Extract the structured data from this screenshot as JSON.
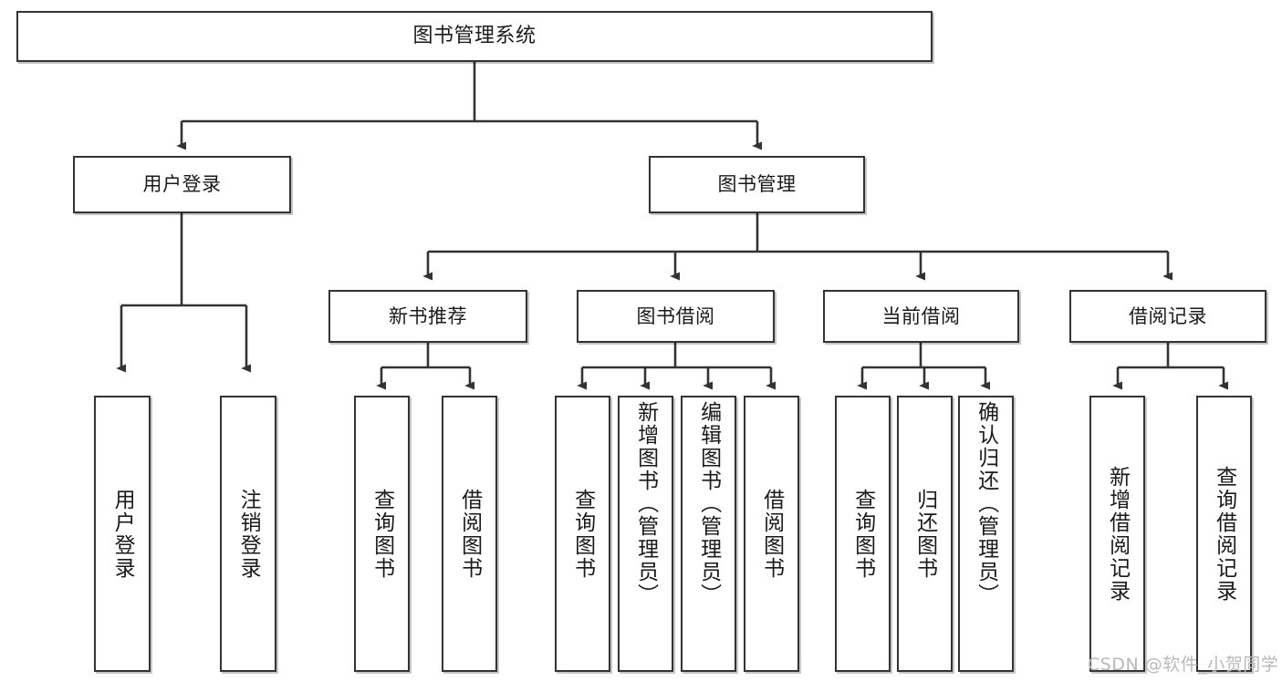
{
  "diagram": {
    "title": "图书管理系统",
    "type": "tree-hierarchy-chart",
    "root": {
      "label": "图书管理系统"
    },
    "level2": [
      {
        "label": "用户登录"
      },
      {
        "label": "图书管理"
      }
    ],
    "level3": [
      {
        "label": "新书推荐"
      },
      {
        "label": "图书借阅"
      },
      {
        "label": "当前借阅"
      },
      {
        "label": "借阅记录"
      }
    ],
    "leaves": [
      {
        "label": "用户登录",
        "parent": "用户登录"
      },
      {
        "label": "注销登录",
        "parent": "用户登录"
      },
      {
        "label": "查询图书",
        "parent": "新书推荐"
      },
      {
        "label": "借阅图书",
        "parent": "新书推荐"
      },
      {
        "label": "查询图书",
        "parent": "图书借阅"
      },
      {
        "label": "新增图书（管理员）",
        "parent": "图书借阅"
      },
      {
        "label": "编辑图书（管理员）",
        "parent": "图书借阅"
      },
      {
        "label": "借阅图书",
        "parent": "图书借阅"
      },
      {
        "label": "查询图书",
        "parent": "当前借阅"
      },
      {
        "label": "归还图书",
        "parent": "当前借阅"
      },
      {
        "label": "确认归还（管理员）",
        "parent": "当前借阅"
      },
      {
        "label": "新增借阅记录",
        "parent": "借阅记录"
      },
      {
        "label": "查询借阅记录",
        "parent": "借阅记录"
      }
    ]
  },
  "watermark": {
    "text": "CSDN @软件_小贺同学"
  },
  "colors": {
    "border": "#333333",
    "background": "#ffffff",
    "text": "#1a1a1a",
    "watermark": "#b9b9b9",
    "connector": "#333333"
  }
}
